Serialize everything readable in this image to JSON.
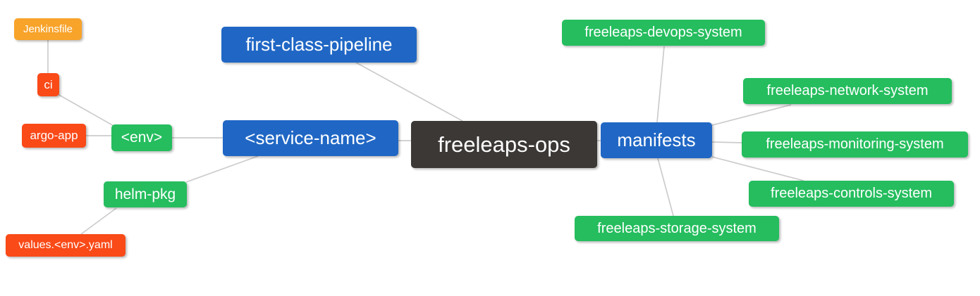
{
  "diagram": {
    "type": "mindmap",
    "root_label": "freeleaps-ops",
    "palette": {
      "root_bg": "#3B3836",
      "level1_bg": "#2067C5",
      "level2_bg": "#25BD5E",
      "level3_bg": "#F94A18",
      "level4_bg": "#F8A32A",
      "edge": "#CCCCCC",
      "text": "#FFFFFF",
      "background": "#FFFFFF"
    },
    "nodes": [
      {
        "id": "jenkinsfile",
        "label": "Jenkinsfile",
        "level": 4,
        "color": "#F8A32A"
      },
      {
        "id": "ci",
        "label": "ci",
        "level": 3,
        "color": "#F94A18"
      },
      {
        "id": "argo-app",
        "label": "argo-app",
        "level": 3,
        "color": "#F94A18"
      },
      {
        "id": "env",
        "label": "<env>",
        "level": 2,
        "color": "#25BD5E"
      },
      {
        "id": "helm-pkg",
        "label": "helm-pkg",
        "level": 2,
        "color": "#25BD5E"
      },
      {
        "id": "values-env-yaml",
        "label": "values.<env>.yaml",
        "level": 3,
        "color": "#F94A18"
      },
      {
        "id": "first-class-pipeline",
        "label": "first-class-pipeline",
        "level": 1,
        "color": "#2067C5"
      },
      {
        "id": "service-name",
        "label": "<service-name>",
        "level": 1,
        "color": "#2067C5"
      },
      {
        "id": "freeleaps-ops",
        "label": "freeleaps-ops",
        "level": 0,
        "color": "#3B3836"
      },
      {
        "id": "manifests",
        "label": "manifests",
        "level": 1,
        "color": "#2067C5"
      },
      {
        "id": "devops-system",
        "label": "freeleaps-devops-system",
        "level": 2,
        "color": "#25BD5E"
      },
      {
        "id": "network-system",
        "label": "freeleaps-network-system",
        "level": 2,
        "color": "#25BD5E"
      },
      {
        "id": "monitoring-system",
        "label": "freeleaps-monitoring-system",
        "level": 2,
        "color": "#25BD5E"
      },
      {
        "id": "controls-system",
        "label": "freeleaps-controls-system",
        "level": 2,
        "color": "#25BD5E"
      },
      {
        "id": "storage-system",
        "label": "freeleaps-storage-system",
        "level": 2,
        "color": "#25BD5E"
      }
    ],
    "edges": [
      {
        "from": "Jenkinsfile",
        "to": "ci"
      },
      {
        "from": "ci",
        "to": "<env>"
      },
      {
        "from": "argo-app",
        "to": "<env>"
      },
      {
        "from": "<env>",
        "to": "<service-name>"
      },
      {
        "from": "helm-pkg",
        "to": "<service-name>"
      },
      {
        "from": "values.<env>.yaml",
        "to": "helm-pkg"
      },
      {
        "from": "<service-name>",
        "to": "freeleaps-ops"
      },
      {
        "from": "first-class-pipeline",
        "to": "freeleaps-ops"
      },
      {
        "from": "manifests",
        "to": "freeleaps-ops"
      },
      {
        "from": "freeleaps-devops-system",
        "to": "manifests"
      },
      {
        "from": "freeleaps-network-system",
        "to": "manifests"
      },
      {
        "from": "freeleaps-monitoring-system",
        "to": "manifests"
      },
      {
        "from": "freeleaps-controls-system",
        "to": "manifests"
      },
      {
        "from": "freeleaps-storage-system",
        "to": "manifests"
      }
    ]
  }
}
